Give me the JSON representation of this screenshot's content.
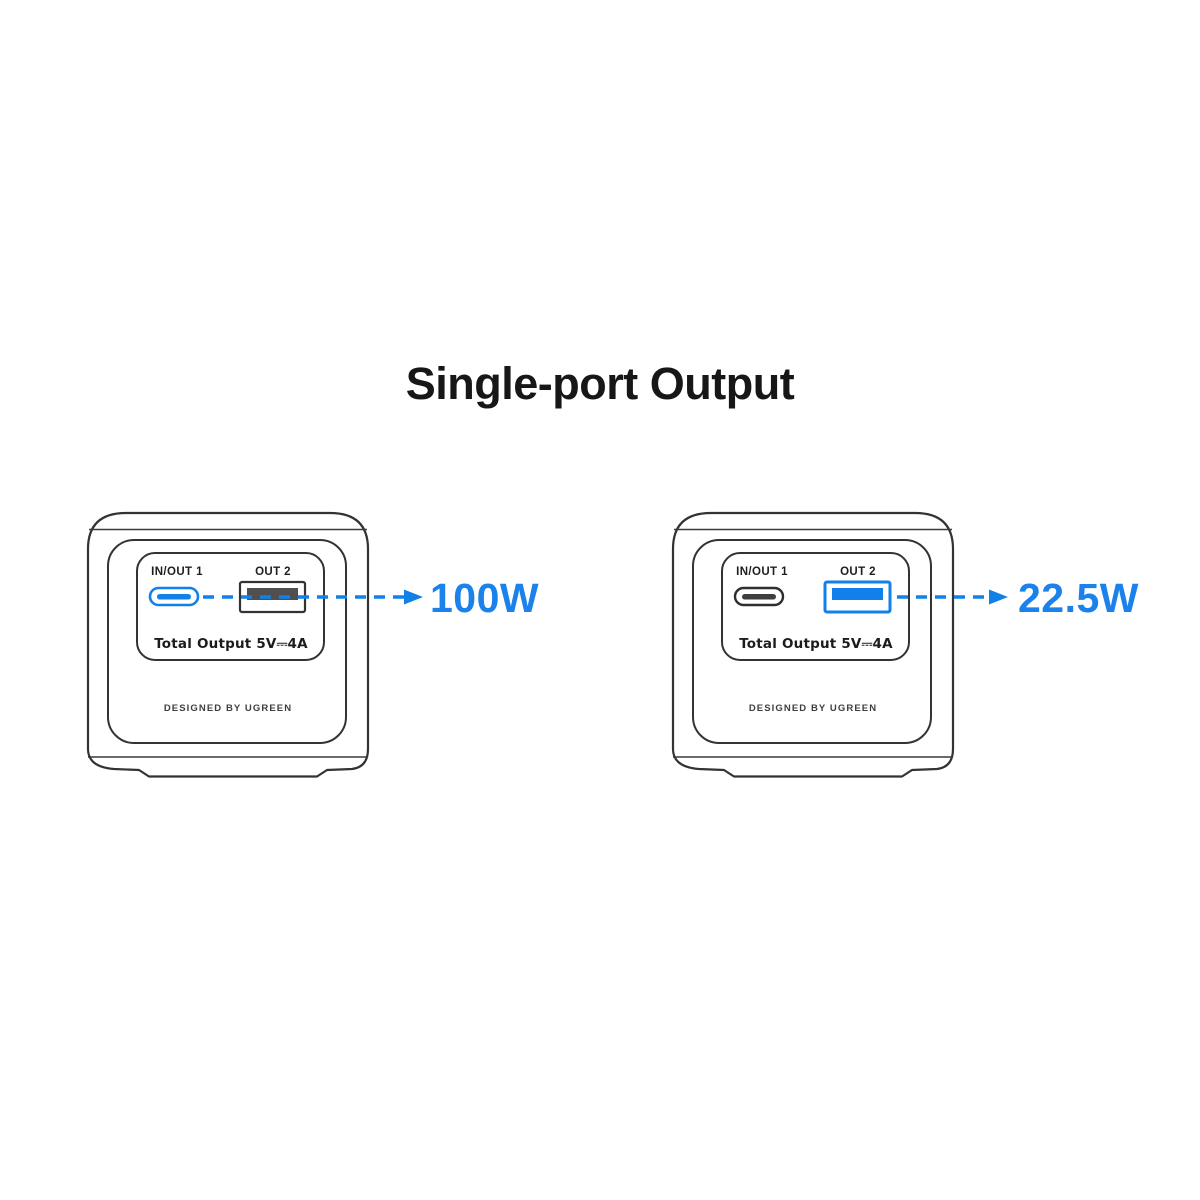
{
  "title": "Single-port Output",
  "colors": {
    "accent_blue": "#1180e8",
    "wattage_blue": "#1a82ea",
    "outline_dark": "#333333",
    "usb_a_pin_gray": "#4f4f4f",
    "label_dark": "#1e1e1e",
    "brand_gray": "#3e3e3e",
    "background": "#ffffff"
  },
  "devices": [
    {
      "id": "left",
      "port1_label": "IN/OUT 1",
      "port2_label": "OUT 2",
      "spec_line": "Total Output 5V⎓4A",
      "brand_line": "DESIGNED BY UGREEN",
      "highlighted_port": "USB-C (IN/OUT 1)",
      "wattage": "100W"
    },
    {
      "id": "right",
      "port1_label": "IN/OUT 1",
      "port2_label": "OUT 2",
      "spec_line": "Total Output 5V⎓4A",
      "brand_line": "DESIGNED BY UGREEN",
      "highlighted_port": "USB-A (OUT 2)",
      "wattage": "22.5W"
    }
  ]
}
